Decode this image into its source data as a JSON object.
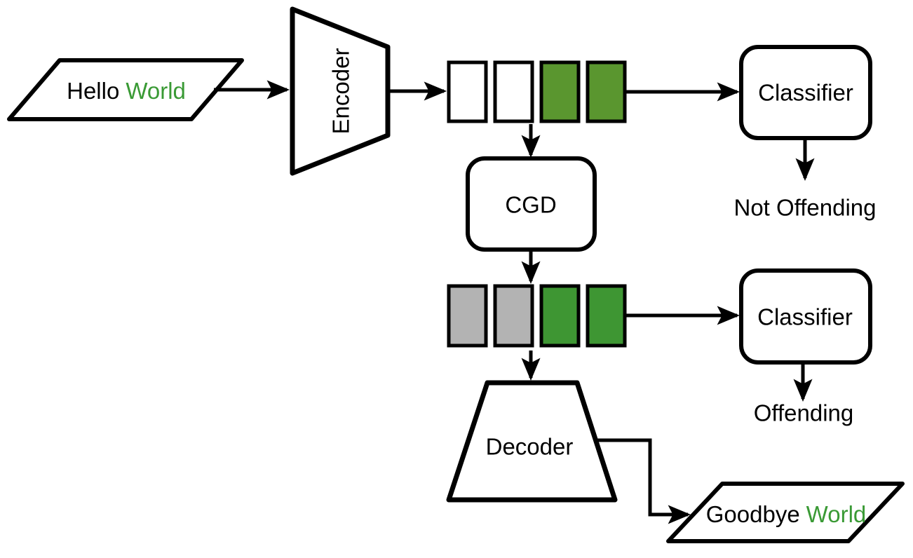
{
  "colors": {
    "stroke": "#000000",
    "text": "#000000",
    "green_text": "#3a9a35",
    "red_text": "#c0392b",
    "latent_white": "#ffffff",
    "latent_gray": "#b3b3b3",
    "latent_green_top": "#5a962f",
    "latent_green_bottom": "#3e9633"
  },
  "nodes": {
    "input": {
      "word1": "Hello",
      "word2": "World"
    },
    "encoder": {
      "label": "Encoder"
    },
    "cgd": {
      "label": "CGD"
    },
    "classifier_top": {
      "label": "Classifier"
    },
    "classifier_bottom": {
      "label": "Classifier"
    },
    "decoder": {
      "label": "Decoder"
    },
    "output": {
      "word1": "Goodbye",
      "word2": "World"
    },
    "result_not_offending": {
      "label": "Not Offending"
    },
    "result_offending": {
      "label": "Offending"
    }
  },
  "latent_rows": {
    "top": {
      "cells": [
        "#ffffff",
        "#ffffff",
        "#5a962f",
        "#5a962f"
      ]
    },
    "bottom": {
      "cells": [
        "#b3b3b3",
        "#b3b3b3",
        "#3e9633",
        "#3e9633"
      ]
    }
  }
}
